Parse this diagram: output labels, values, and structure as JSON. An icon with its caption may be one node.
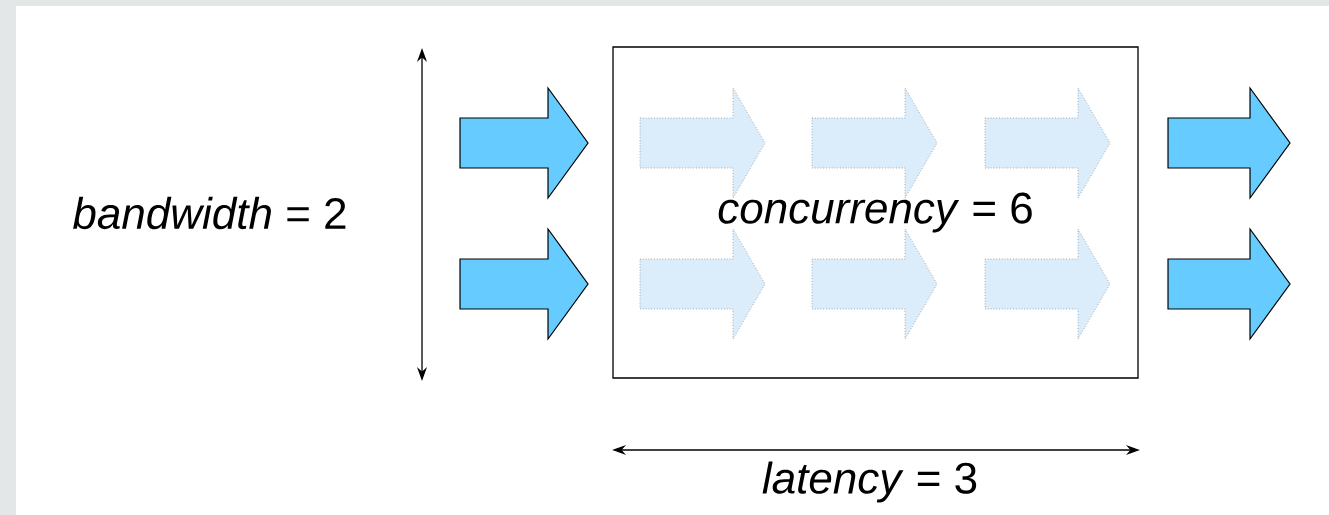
{
  "diagram": {
    "nodes": [
      {
        "text": [
          "*concurrency* = 6"
        ]
      }
    ],
    "labels": [
      "*bandwidth* = 2",
      "*latency* = 3"
    ]
  }
}
